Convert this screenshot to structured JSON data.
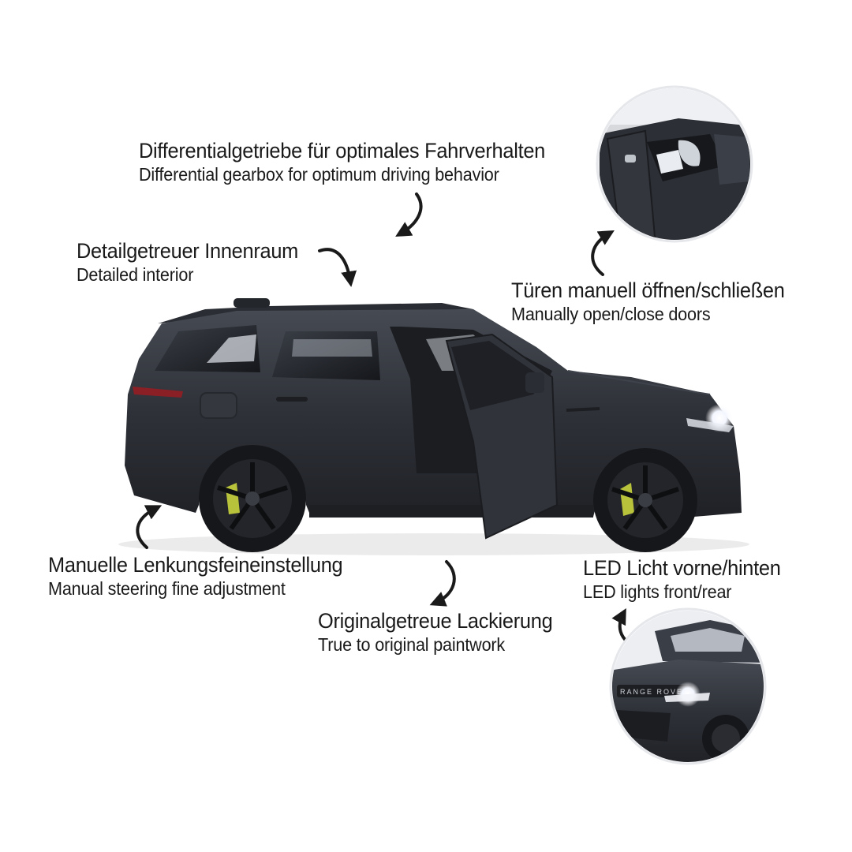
{
  "features": {
    "differential": {
      "de": "Differentialgetriebe für optimales Fahrverhalten",
      "en": "Differential gearbox for optimum driving behavior"
    },
    "interior": {
      "de": "Detailgetreuer Innenraum",
      "en": "Detailed interior"
    },
    "doors": {
      "de": "Türen manuell öffnen/schließen",
      "en": "Manually open/close doors"
    },
    "steering": {
      "de": "Manuelle Lenkungsfeineinstellung",
      "en": "Manual steering fine adjustment"
    },
    "lights": {
      "de": "LED Licht vorne/hinten",
      "en": "LED lights front/rear"
    },
    "paint": {
      "de": "Originalgetreue Lackierung",
      "en": "True to original paintwork"
    }
  },
  "car": {
    "body_color": "#2e3138",
    "caliper_color": "#b8c23a",
    "grille_lettering": "RANGE ROVER"
  },
  "insets": {
    "top_right": {
      "subject": "open-door-interior-detail"
    },
    "bottom_right": {
      "subject": "front-led-headlight-detail"
    }
  }
}
